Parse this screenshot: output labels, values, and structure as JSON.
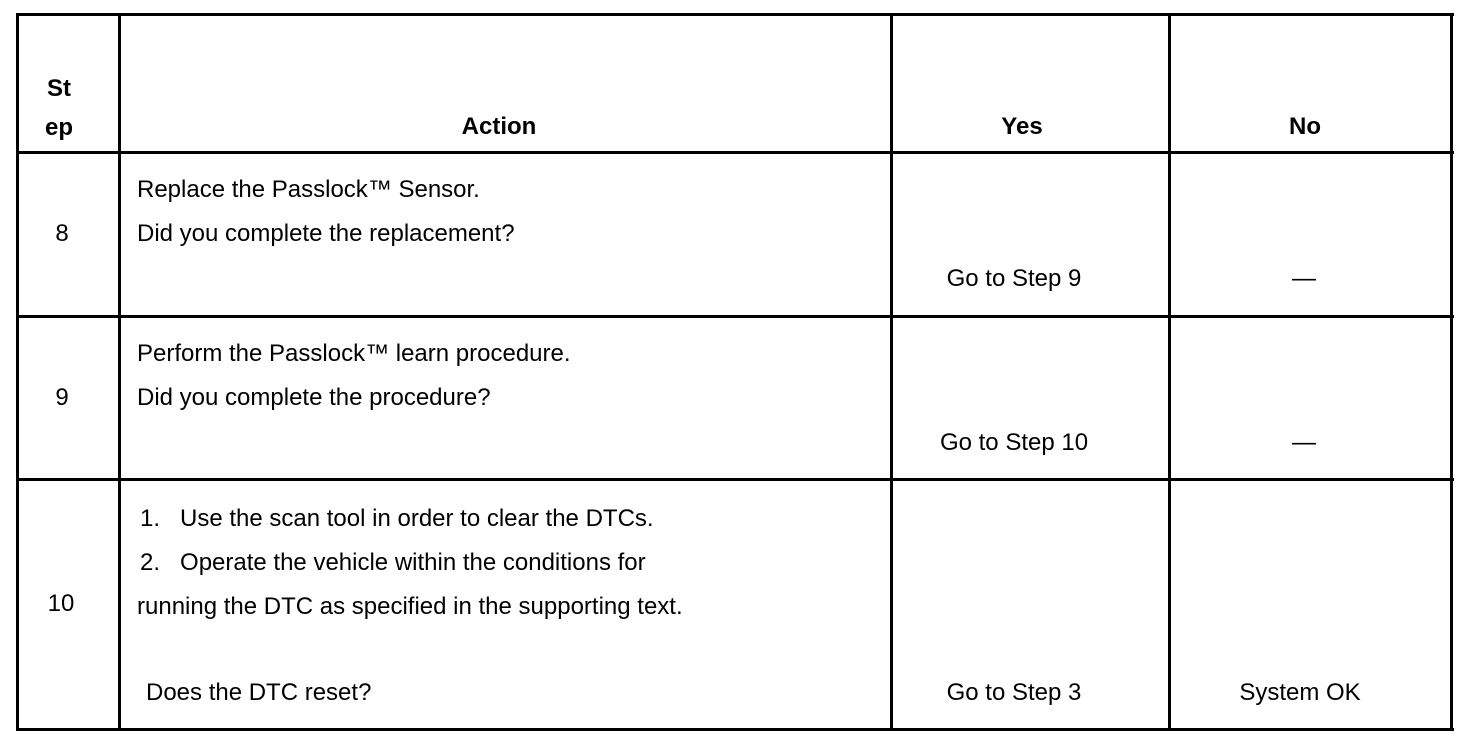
{
  "table": {
    "headers": {
      "step_line1": "St",
      "step_line2": "ep",
      "action": "Action",
      "yes": "Yes",
      "no": "No"
    },
    "rows": [
      {
        "step": "8",
        "action_lines": [
          "Replace the Passlock™ Sensor.",
          "Did you complete the replacement?"
        ],
        "yes": "Go to Step 9",
        "no": "—"
      },
      {
        "step": "9",
        "action_lines": [
          "Perform the Passlock™ learn procedure.",
          "Did you complete the procedure?"
        ],
        "yes": "Go to Step 10",
        "no": "—"
      },
      {
        "step": "10",
        "action_lines": [
          "1.   Use the scan tool in order to clear the DTCs.",
          "2.   Operate the vehicle within the conditions for",
          "running the DTC as specified in the supporting text.",
          "Does the DTC reset?"
        ],
        "yes": "Go to Step 3",
        "no": "System OK"
      }
    ]
  }
}
